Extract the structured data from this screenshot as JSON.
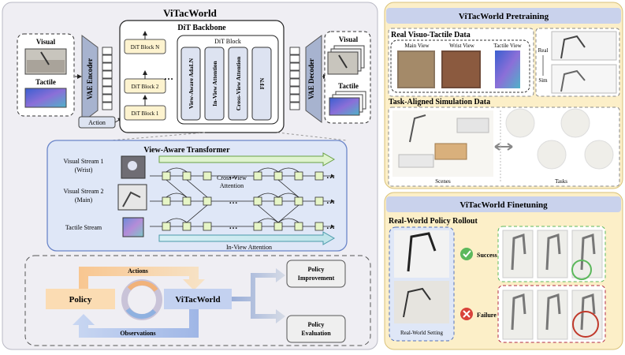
{
  "left": {
    "title": "ViTacWorld",
    "input": {
      "visual": "Visual",
      "tactile": "Tactile"
    },
    "vae_encoder": "VAE Encoder",
    "vae_decoder": "VAE Decoder",
    "action": "Action",
    "backbone": {
      "title": "DiT Backbone",
      "blocks": [
        "DiT Block N",
        "DiT Block 2",
        "DiT Block 1"
      ],
      "ellipsis": "…",
      "dit_block_title": "DiT Block",
      "inner": [
        "View-Aware AdaLN",
        "In-View Attention",
        "Cross-View Attention",
        "FFN"
      ]
    },
    "output": {
      "visual": "Visual",
      "tactile": "Tactile"
    },
    "vat": {
      "title": "View-Aware Transformer",
      "stream1_line1": "Visual Stream 1",
      "stream1_line2": "(Wrist)",
      "stream2_line1": "Visual Stream 2",
      "stream2_line2": "(Main)",
      "stream3": "Tactile Stream",
      "cross_line1": "Cross-View",
      "cross_line2": "Attention",
      "in_view": "In-View Attention"
    },
    "loop": {
      "policy": "Policy",
      "world": "ViTacWorld",
      "actions": "Actions",
      "observations": "Observations",
      "improve_line1": "Policy",
      "improve_line2": "Improvement",
      "eval_line1": "Policy",
      "eval_line2": "Evaluation"
    }
  },
  "pretrain": {
    "title": "ViTacWorld Pretraining",
    "real_title": "Real Visuo-Tactile Data",
    "main_view": "Main View",
    "wrist_view": "Wrist View",
    "tactile_view": "Tactile View",
    "real": "Real",
    "sim": "Sim",
    "sim_title": "Task-Aligned Simulation Data",
    "scenes": "Scenes",
    "tasks": "Tasks"
  },
  "finetune": {
    "title": "ViTacWorld Finetuning",
    "rollout_title": "Real-World Policy Rollout",
    "setting": "Real-World Setting",
    "success": "Success",
    "failure": "Failure"
  },
  "colors": {
    "left_bg": "#efeef3",
    "pretrain_bg": "#fcefc8",
    "finetune_bg": "#fcefc8",
    "header_blue": "#c9d2ec",
    "vat_bg": "#dfe7f7",
    "token_green": "#e6f5c6",
    "policy_orange": "#fbdcb3",
    "world_blue": "#c3d1f0",
    "success_green": "#5cb85c",
    "failure_red": "#d9433a"
  }
}
